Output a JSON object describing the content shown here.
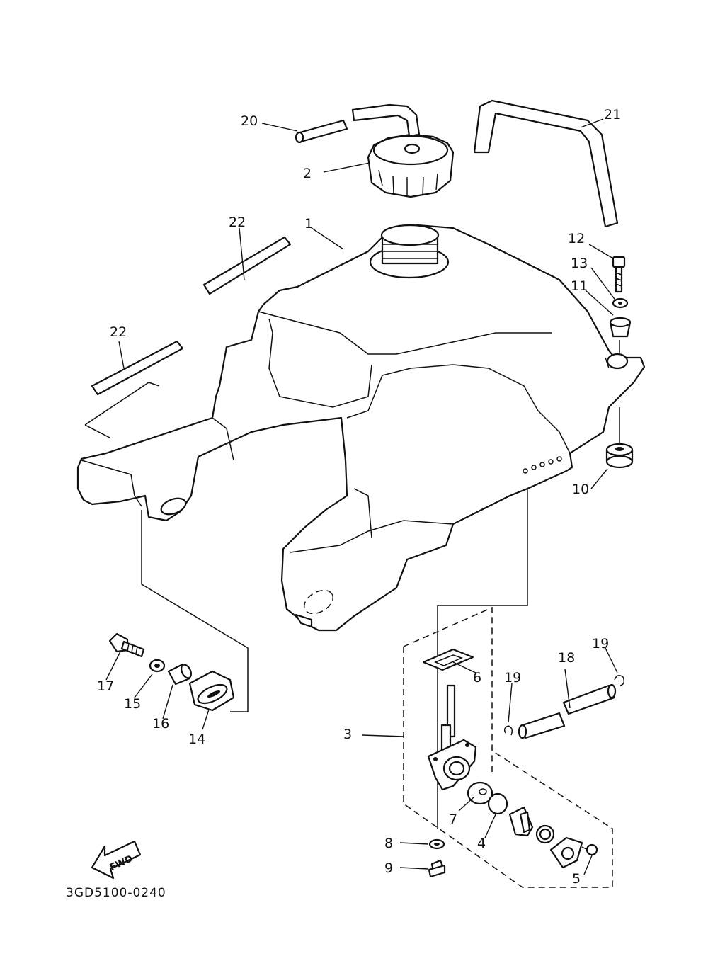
{
  "diagram": {
    "document_code": "3GD5100-0240",
    "direction_label": "FWD",
    "callouts": [
      {
        "id": "c1",
        "label": "1"
      },
      {
        "id": "c2",
        "label": "2"
      },
      {
        "id": "c3",
        "label": "3"
      },
      {
        "id": "c4",
        "label": "4"
      },
      {
        "id": "c5",
        "label": "5"
      },
      {
        "id": "c6",
        "label": "6"
      },
      {
        "id": "c7",
        "label": "7"
      },
      {
        "id": "c8",
        "label": "8"
      },
      {
        "id": "c9",
        "label": "9"
      },
      {
        "id": "c10",
        "label": "10"
      },
      {
        "id": "c11",
        "label": "11"
      },
      {
        "id": "c12",
        "label": "12"
      },
      {
        "id": "c13",
        "label": "13"
      },
      {
        "id": "c14",
        "label": "14"
      },
      {
        "id": "c15",
        "label": "15"
      },
      {
        "id": "c16",
        "label": "16"
      },
      {
        "id": "c17",
        "label": "17"
      },
      {
        "id": "c18",
        "label": "18"
      },
      {
        "id": "c19a",
        "label": "19"
      },
      {
        "id": "c19b",
        "label": "19"
      },
      {
        "id": "c20",
        "label": "20"
      },
      {
        "id": "c21",
        "label": "21"
      },
      {
        "id": "c22a",
        "label": "22"
      },
      {
        "id": "c22b",
        "label": "22"
      }
    ]
  }
}
